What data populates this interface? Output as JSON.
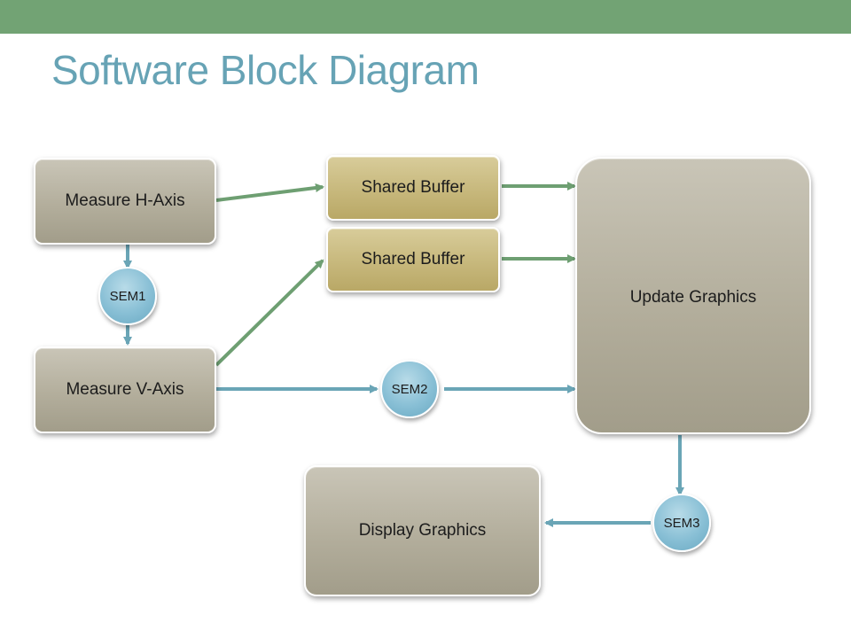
{
  "title": "Software Block Diagram",
  "nodes": {
    "measure_h": "Measure H-Axis",
    "measure_v": "Measure V-Axis",
    "shared_buffer_1": "Shared Buffer",
    "shared_buffer_2": "Shared Buffer",
    "update_graphics": "Update Graphics",
    "display_graphics": "Display Graphics",
    "sem1": "SEM1",
    "sem2": "SEM2",
    "sem3": "SEM3"
  },
  "colors": {
    "header_bar": "#72a374",
    "title": "#67a3b5",
    "green_arrow": "#6e9f72",
    "blue_arrow": "#6aa5b6"
  }
}
